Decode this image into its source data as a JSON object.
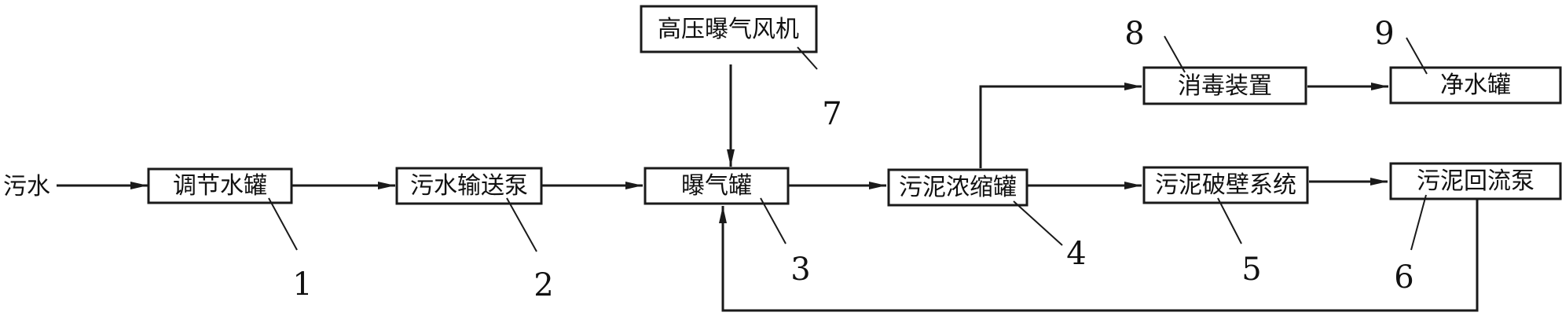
{
  "input_label": "污水",
  "boxes": {
    "b1": "调节水罐",
    "b2": "污水输送泵",
    "b3": "曝气罐",
    "b4": "污泥浓缩罐",
    "b5": "污泥破壁系统",
    "b6": "污泥回流泵",
    "b7": "高压曝气风机",
    "b8": "消毒装置",
    "b9": "净水罐"
  },
  "numbers": {
    "n1": "1",
    "n2": "2",
    "n3": "3",
    "n4": "4",
    "n5": "5",
    "n6": "6",
    "n7": "7",
    "n8": "8",
    "n9": "9"
  }
}
